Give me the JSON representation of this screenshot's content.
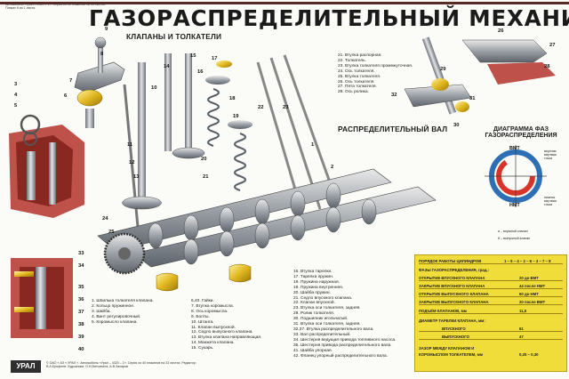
{
  "header": {
    "note": "Автомобиль «Урал – 4320 – 1». Серия из 40 плакатов на 33 листах. Плакат 6 из 1 листа.",
    "title": "ГАЗОРАСПРЕДЕЛИТЕЛЬНЫЙ МЕХАНИЗМ"
  },
  "sections": {
    "valves": "КЛАПАНЫ И ТОЛКАТЕЛИ",
    "camshaft": "РАСПРЕДЕЛИТЕЛЬНЫЙ ВАЛ"
  },
  "callouts": [
    "9",
    "8",
    "7",
    "6",
    "10",
    "11",
    "12",
    "13",
    "14",
    "15",
    "16",
    "17",
    "18",
    "19",
    "20",
    "21",
    "22",
    "23",
    "24",
    "25",
    "26",
    "27",
    "28",
    "29",
    "30",
    "31",
    "32",
    "33",
    "34",
    "35",
    "36",
    "37",
    "38",
    "39",
    "40",
    "3",
    "4",
    "5",
    "1",
    "2"
  ],
  "legend_right": [
    "21. Втулка распорная.",
    "22. Толкатель.",
    "23. Втулка толкателя промежуточная.",
    "24. Ось толкателя.",
    "25. Втулка толкателя.",
    "26. Ось толкателя.",
    "27. Пята толкателя.",
    "28. Ось ролика."
  ],
  "legend_bottom_left": [
    "1. Шпилька толкателя клапана.",
    "2. Кольцо пружинное.",
    "3. Шайба.",
    "4. Винт регулировочный.",
    "5. Коромысло клапана."
  ],
  "legend_bottom_mid": [
    "6,40. Гайки.",
    "7. Втулка коромысла.",
    "8. Ось коромысла.",
    "9. Болты.",
    "10. Штанга.",
    "11. Клапан выпускной.",
    "12. Седло выпускного клапана.",
    "13. Втулка клапана направляющая.",
    "14. Манжета клапана.",
    "15. Сухарь."
  ],
  "legend_bottom_right": [
    "16. Втулка тарелки.",
    "17. Тарелка пружин.",
    "18. Пружина наружная.",
    "19. Пружина внутренняя.",
    "20. Шайба пружин.",
    "21. Седло впускного клапана.",
    "22. Клапан впускной.",
    "23. Втулка оси толкателя, задняя.",
    "29. Ролик толкателя.",
    "30. Подшипник игольчатый.",
    "31. Втулка оси толкателя, задняя.",
    "32,37. Втулка распределительного вала.",
    "33. Вал распределительный.",
    "34. Шестерня ведущая привода топливного насоса.",
    "35. Шестерня привода распределительного вала.",
    "41. Шайба упорная.",
    "42. Фланец упорный распределительного вала."
  ],
  "table": {
    "rows": [
      {
        "label": "ПОРЯДОК РАБОТЫ ЦИЛИНДРОВ",
        "value": "1 – 5 – 4 – 2 – 6 – 3 – 7 – 8"
      },
      {
        "label": "ФАЗЫ ГАЗОРАСПРЕДЕЛЕНИЯ, град.:",
        "value": ""
      },
      {
        "label": "ОТКРЫТИЕ ВПУСКНОГО КЛАПАНА",
        "value": "20  до ВМТ"
      },
      {
        "label": "ЗАКРЫТИЕ ВПУСКНОГО КЛАПАНА",
        "value": "44  после НМТ"
      },
      {
        "label": "ОТКРЫТИЕ ВЫПУСКНОГО КЛАПАНА",
        "value": "60  до НМТ"
      },
      {
        "label": "ЗАКРЫТИЕ ВЫПУСКНОГО КЛАПАНА",
        "value": "20  после ВМТ"
      },
      {
        "label": "ПОДЪЁМ КЛАПАНОВ, мм",
        "value": "11,5"
      },
      {
        "label": "ДИАМЕТР ТАРЕЛКИ КЛАПАНА, мм:",
        "value": ""
      },
      {
        "label": "ВПУСКНОГО",
        "value": "61"
      },
      {
        "label": "ВЫПУСКНОГО",
        "value": "47"
      },
      {
        "label": "ЗАЗОР МЕЖДУ КЛАПАНОМ И",
        "value": ""
      },
      {
        "label": "КОРОМЫСЛОМ ТОЛКАТЕЛЕМ, мм",
        "value": "0,25 – 0,30"
      }
    ]
  },
  "valve_diagram": {
    "title_line1": "ДИАГРАММА ФАЗ",
    "title_line2": "ГАЗОРАСПРЕДЕЛЕНИЯ",
    "top": "ВМТ",
    "bottom": "НМТ",
    "side_top1": "верхняя",
    "side_top2": "мертвая",
    "side_top3": "точка",
    "side_bot1": "нижняя",
    "side_bot2": "мертвая",
    "side_bot3": "точка",
    "key_intake": "а – впускной клапан",
    "key_exhaust": "б – выпускной клапан",
    "colors": {
      "intake": "#2c6fb5",
      "exhaust": "#d8352a"
    }
  },
  "footer": {
    "logo": "УРАЛ",
    "note": "© ОАО « АЗ « УРАЛ ». Автомобиль «Урал – 4320 – 1». Серия из 40 плакатов на 33 листах. Редактор: В.А.Ерофеев. Художники: О.Н.Вятчанина, А.В.Захаров"
  }
}
